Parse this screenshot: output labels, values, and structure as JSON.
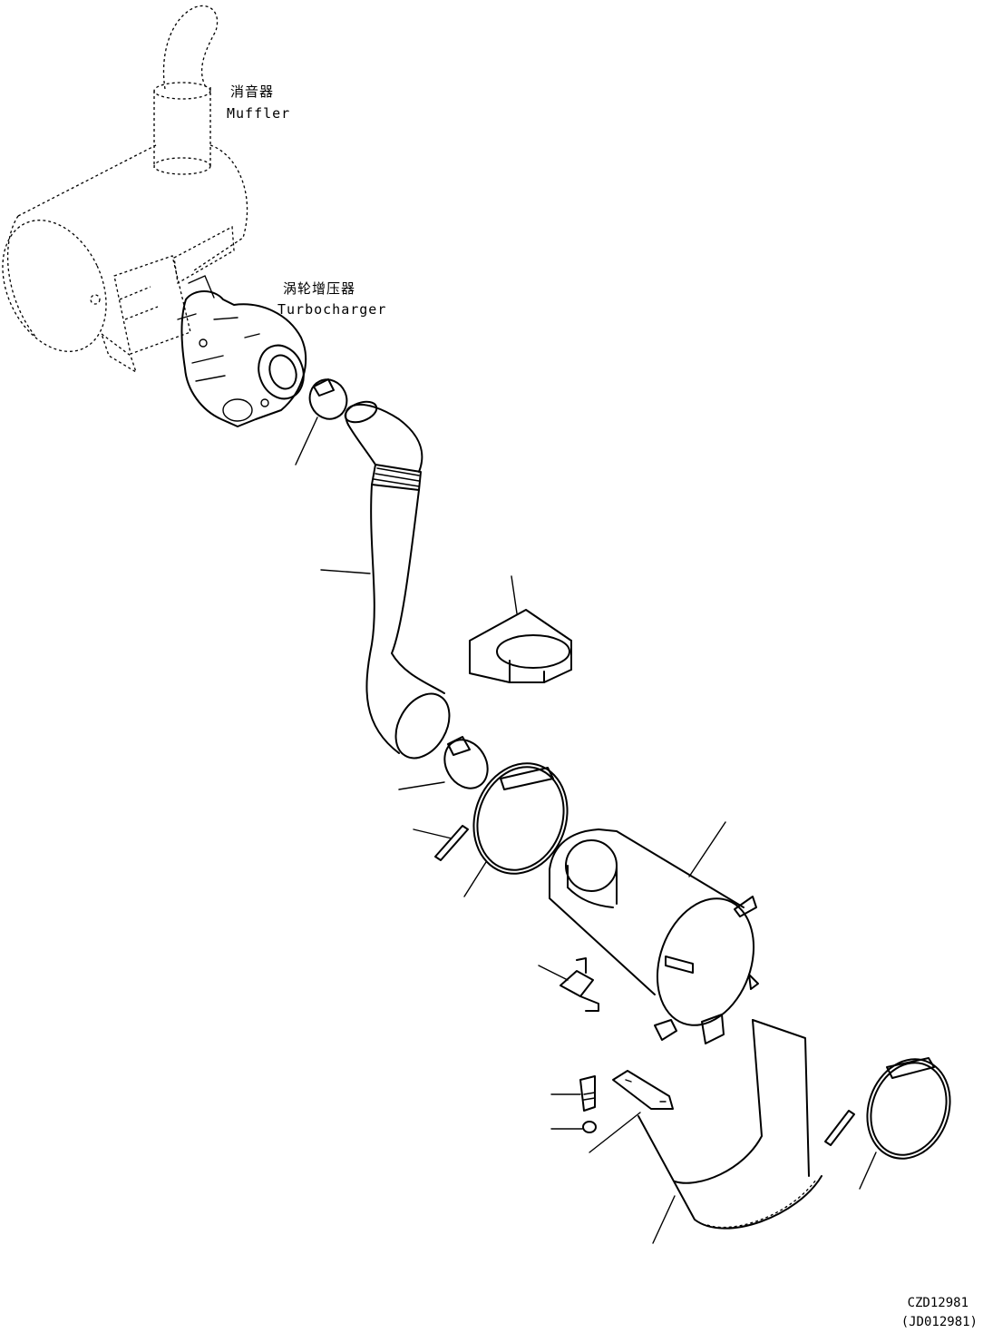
{
  "labels": {
    "muffler": {
      "cn": "消音器",
      "en": "Muffler"
    },
    "turbocharger": {
      "cn": "涡轮增压器",
      "en": "Turbocharger"
    }
  },
  "drawing_codes": {
    "primary": "CZD12981",
    "secondary": "(JD012981)"
  }
}
